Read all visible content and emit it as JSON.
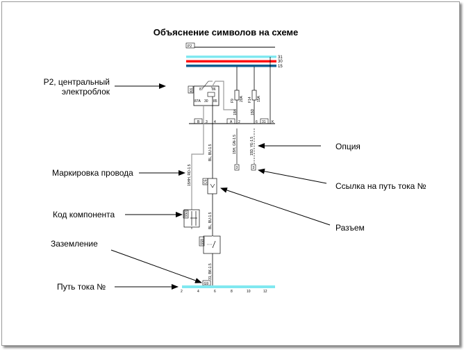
{
  "title": "Объяснение символов на схеме",
  "callouts_left": {
    "p2_line1": "P2, центральный",
    "p2_line2": "электроблок",
    "wire_marking": "Маркировка провода",
    "component_code": "Код компонента",
    "ground": "Заземление",
    "current_path": "Путь тока №"
  },
  "callouts_right": {
    "option": "Опция",
    "path_ref": "Ссылка на путь тока №",
    "connector": "Разъем"
  },
  "diagram": {
    "unit_label": "P2",
    "bus_labels": [
      "31",
      "30",
      "15"
    ],
    "bus_colors": [
      "#80e8f0",
      "#ff1010",
      "#106090"
    ],
    "terminal_boxes": [
      "B",
      "A",
      "31"
    ],
    "terminal_pins": [
      "3",
      "4",
      "2",
      "6",
      "K"
    ],
    "relay_pins": [
      "87",
      "86",
      "87A",
      "85",
      "30"
    ],
    "relay_code": "K6",
    "fuse_1": "20A",
    "fuse_1_code": "F9",
    "fuse_2": "15A",
    "fuse_2_code": "F14",
    "wire_15h": "15H, GN-1.5",
    "wire_15d": "15D, YE-1.5",
    "wire_15hh": "15HH, RD-1.5",
    "wire_bl_1": "BL, BU-1.5",
    "wire_bl_2": "BL, BU-1.5",
    "wire_31": "31, BK-1.5",
    "wire_15h_short": "15H",
    "wire_15d_short": "15D",
    "ref_1": "3",
    "ref_2": "3",
    "connector_code": "C5",
    "component_code": "S50",
    "switch_code": "S59",
    "ground_code": "G9",
    "path_ticks": [
      "2",
      "4",
      "6",
      "8",
      "10",
      "12"
    ]
  }
}
